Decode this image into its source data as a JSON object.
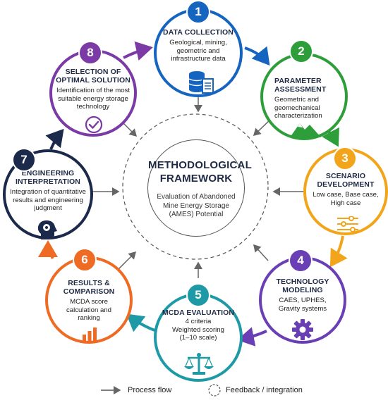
{
  "center": {
    "title_line1": "METHODOLOGICAL",
    "title_line2": "FRAMEWORK",
    "desc_line1": "Evaluation of Abandoned",
    "desc_line2": "Mine Energy Storage",
    "desc_line3": "(AMES) Potential"
  },
  "colors": {
    "step1": "#1565c0",
    "step2": "#2e9e3a",
    "step3": "#f2a51a",
    "step4": "#6a3fb5",
    "step5": "#1e9aa6",
    "step6": "#ef6a22",
    "step7": "#1b2a4a",
    "step8": "#7b3aa6"
  },
  "steps": [
    {
      "number": "1",
      "title_lines": [
        "DATA COLLECTION"
      ],
      "desc_lines": [
        "Geological, mining,",
        "geometric and",
        "infrastructure data"
      ],
      "icon": "database-document-icon"
    },
    {
      "number": "2",
      "title_lines": [
        "PARAMETER",
        "ASSESSMENT"
      ],
      "desc_lines": [
        "Geometric and",
        "geomechanical",
        "characterization"
      ],
      "icon": "mountain-icon"
    },
    {
      "number": "3",
      "title_lines": [
        "SCENARIO",
        "DEVELOPMENT"
      ],
      "desc_lines": [
        "Low case, Base case,",
        "High case"
      ],
      "icon": "sliders-icon"
    },
    {
      "number": "4",
      "title_lines": [
        "TECHNOLOGY",
        "MODELING"
      ],
      "desc_lines": [
        "CAES, UPHES,",
        "Gravity systems"
      ],
      "icon": "gear-icon"
    },
    {
      "number": "5",
      "title_lines": [
        "MCDA EVALUATION"
      ],
      "desc_lines": [
        "4 criteria",
        "Weighted scoring",
        "(1–10 scale)"
      ],
      "icon": "balance-scale-icon"
    },
    {
      "number": "6",
      "title_lines": [
        "RESULTS &",
        "COMPARISON"
      ],
      "desc_lines": [
        "MCDA score",
        "calculation and",
        "ranking"
      ],
      "icon": "bar-chart-icon"
    },
    {
      "number": "7",
      "title_lines": [
        "ENGINEERING",
        "INTERPRETATION"
      ],
      "desc_lines": [
        "Integration of quantitative",
        "results and engineering",
        "judgment"
      ],
      "icon": "head-gear-icon"
    },
    {
      "number": "8",
      "title_lines": [
        "SELECTION OF",
        "OPTIMAL SOLUTION"
      ],
      "desc_lines": [
        "Identification of the most",
        "suitable energy storage",
        "technology"
      ],
      "icon": "check-circle-icon"
    }
  ],
  "legend": {
    "process_flow": "Process flow",
    "feedback": "Feedback / integration"
  }
}
